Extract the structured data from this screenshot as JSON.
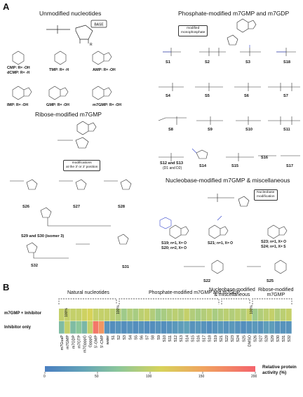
{
  "panelA": {
    "letter": "A",
    "unmodified": {
      "title": "Unmodified nucleotides",
      "base_box": "BASE",
      "r_label": "R",
      "items": [
        {
          "name": "CMP",
          "sub": ": R= -OH"
        },
        {
          "name": "dCMP",
          "sub": ": R= -H"
        },
        {
          "name": "TMP",
          "sub": ": R= -H"
        },
        {
          "name": "AMP",
          "sub": ": R= -OH"
        },
        {
          "name": "IMP",
          "sub": ": R= -OH"
        },
        {
          "name": "GMP",
          "sub": ": R= -OH"
        },
        {
          "name": "m7GMP",
          "sub": ": R= -OH"
        }
      ]
    },
    "phosphate": {
      "title": "Phosphate-modified m7GMP and m7GDP",
      "box": "modified\nmonophosphate",
      "labels": [
        "S1",
        "S2",
        "S3",
        "S18",
        "S4",
        "S5",
        "S6",
        "S7",
        "S8",
        "S9",
        "S10",
        "S11",
        "S12 and S13",
        "S14",
        "S15",
        "S16",
        "S17"
      ],
      "s12_note": "(D1 and D2)"
    },
    "ribose": {
      "title": "Ribose-modified m7GMP",
      "box": "modifications\nat the 3' or 2' position",
      "labels": [
        "S26",
        "S27",
        "S28",
        "S29 and S30 (isomer 3)",
        "S32",
        "S31"
      ]
    },
    "nucleobase": {
      "title": "Nucleobase-modified m7GMP & miscellaneous",
      "box": "Nucleobase\nmodification",
      "labels": [
        {
          "a": "S19",
          "b": "; n=1, X= O"
        },
        {
          "a": "S20",
          "b": "; n=2, X= O"
        },
        {
          "a": "S21",
          "b": "; n=1, X= O"
        },
        {
          "a": "S23",
          "b": "; n=1, X= O"
        },
        {
          "a": "S24",
          "b": "; n=1, X= S"
        },
        {
          "a": "S22",
          "b": ""
        },
        {
          "a": "S25",
          "b": ""
        }
      ]
    }
  },
  "panelB": {
    "letter": "B",
    "groups": [
      "Natural nucleotides",
      "Phosphate-modified m7GMP and m7GDP",
      "Nucleobase-modified\n& miscellaneous",
      "Ribose-modified\nm7GMP"
    ],
    "rows": [
      "m7GMP + Inhibitor",
      "Inhibitor only"
    ],
    "hundred_labels": [
      "100%",
      "100%",
      "100%"
    ],
    "colorbar_ticks": [
      "0",
      "50",
      "100",
      "150",
      "200"
    ],
    "colorbar_label": "Relative protein\nactivity (%)",
    "columns": [
      "m7GuaP",
      "m7GMP",
      "m7GDP",
      "m7GTP",
      "m7GpppG",
      "GpppG",
      "5'-GMP",
      "5'-CMP",
      "water",
      "S1",
      "S2",
      "S3",
      "S4",
      "S5",
      "S6",
      "S7",
      "S8",
      "S9",
      "S10",
      "S11",
      "S12",
      "S13",
      "S14",
      "S15",
      "S16",
      "S17",
      "S18",
      "S19",
      "S21",
      "S22",
      "S23",
      "S24",
      "S25",
      "DMSO",
      "S26",
      "S27",
      "S28",
      "S29",
      "S30",
      "S31",
      "S32"
    ]
  },
  "chart_data": {
    "type": "heatmap",
    "rows": [
      "m7GMP + Inhibitor",
      "Inhibitor only"
    ],
    "columns": [
      "m7GuaP",
      "m7GMP",
      "m7GDP",
      "m7GTP",
      "m7GpppG",
      "GpppG",
      "5'-GMP",
      "5'-CMP",
      "water",
      "S1",
      "S2",
      "S3",
      "S4",
      "S5",
      "S6",
      "S7",
      "S8",
      "S9",
      "S10",
      "S11",
      "S12",
      "S13",
      "S14",
      "S15",
      "S16",
      "S17",
      "S18",
      "S19",
      "S21",
      "S22",
      "S23",
      "S24",
      "S25",
      "DMSO",
      "S26",
      "S27",
      "S28",
      "S29",
      "S30",
      "S31",
      "S32"
    ],
    "values": [
      [
        100,
        100,
        100,
        100,
        105,
        110,
        100,
        100,
        100,
        95,
        90,
        80,
        90,
        85,
        95,
        100,
        90,
        80,
        85,
        90,
        95,
        90,
        100,
        90,
        85,
        90,
        95,
        85,
        90,
        95,
        90,
        95,
        90,
        100,
        80,
        90,
        95,
        100,
        90,
        95,
        100
      ],
      [
        60,
        100,
        60,
        70,
        55,
        100,
        185,
        160,
        20,
        15,
        20,
        15,
        20,
        15,
        20,
        15,
        15,
        20,
        15,
        20,
        25,
        30,
        35,
        20,
        25,
        20,
        15,
        20,
        25,
        20,
        25,
        20,
        15,
        20,
        25,
        20,
        30,
        30,
        20,
        20,
        20
      ]
    ],
    "colorbar_range": [
      0,
      200
    ],
    "colorbar_ticks": [
      0,
      50,
      100,
      150,
      200
    ],
    "colorbar_label": "Relative protein activity (%)"
  }
}
